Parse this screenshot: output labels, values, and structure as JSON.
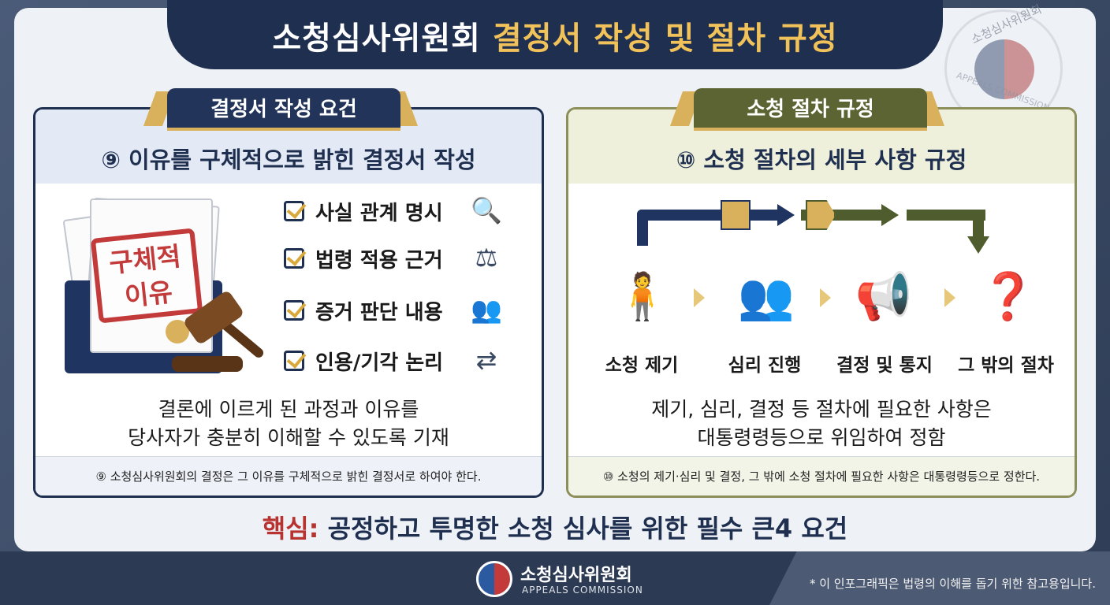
{
  "title": {
    "main": "소청심사위원회",
    "highlight": "결정서 작성 및 절차 규정"
  },
  "seal": {
    "text": "소청심사위원회",
    "sub": "APPEALS COMMISSION"
  },
  "left": {
    "tab": "결정서 작성 요건",
    "subtitle": "⑨ 이유를 구체적으로 밝힌 결정서 작성",
    "stamp_line1": "구체적",
    "stamp_line2": "이유",
    "checks": [
      "사실 관계 명시",
      "법령 적용 근거",
      "증거 판단 내용",
      "인용/기각 논리"
    ],
    "desc_line1": "결론에 이르게 된 과정과 이유를",
    "desc_line2": "당사자가 충분히 이해할 수 있도록 기재",
    "note": "⑨ 소청심사위원회의 결정은 그 이유를 구체적으로 밝힌 결정서로 하여야 한다."
  },
  "right": {
    "tab": "소청 절차 규정",
    "subtitle": "⑩ 소청 절차의 세부 사항 규정",
    "steps": [
      "소청 제기",
      "심리 진행",
      "결정 및 통지",
      "그 밖의 절차"
    ],
    "desc_line1": "제기, 심리, 결정 등 절차에 필요한 사항은",
    "desc_line2": "대통령령등으로 위임하여 정함",
    "note": "⑩ 소청의 제기·심리 및 결정, 그 밖에 소청 절차에 필요한 사항은 대통령령등으로 정한다."
  },
  "core": {
    "label": "핵심:",
    "text": "공정하고 투명한 소청 심사를 위한 필수 큰4 요건"
  },
  "footer": {
    "logo_name": "소청심사위원회",
    "logo_sub": "APPEALS COMMISSION",
    "disclaimer": "* 이 인포그래픽은 법령의 이해를 돕기 위한 참고용입니다."
  },
  "icons": [
    "magnifier-icon",
    "scales-icon",
    "evidence-icon",
    "verdict-icon",
    "petitioner-icon",
    "hearing-icon",
    "gavel-megaphone-icon",
    "question-docs-icon"
  ],
  "colors": {
    "navy": "#1f2f50",
    "gold": "#d9b15c",
    "olive": "#5b6432",
    "red": "#b8322f"
  }
}
